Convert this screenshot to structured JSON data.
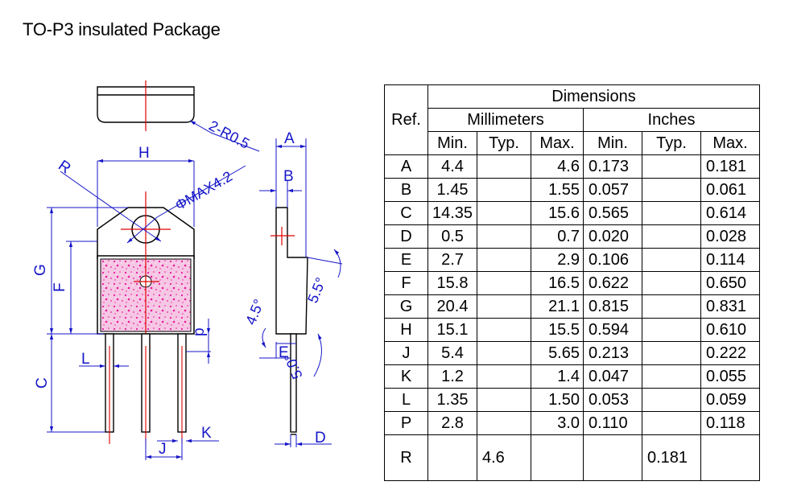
{
  "title": "TO-P3 insulated Package",
  "drawing_labels": {
    "top_radius": "2-R0.5",
    "hole": "ΦMAX4.2",
    "A": "A",
    "B": "B",
    "C": "C",
    "D": "D",
    "E": "E",
    "F": "F",
    "G": "G",
    "H": "H",
    "J": "J",
    "K": "K",
    "L": "L",
    "P": "p",
    "R": "R",
    "angle1": "4.5°",
    "angle2": "5.5°",
    "angle3": "5.0°"
  },
  "colors": {
    "line": "#000000",
    "dimension": "#1515c8",
    "center": "#e00000",
    "mold": "#e8199b"
  },
  "table": {
    "header_dimensions": "Dimensions",
    "header_ref": "Ref.",
    "header_mm": "Millimeters",
    "header_in": "Inches",
    "sub": [
      "Min.",
      "Typ.",
      "Max.",
      "Min.",
      "Typ.",
      "Max."
    ],
    "rows": [
      {
        "ref": "A",
        "mm_min": "4.4",
        "mm_typ": "",
        "mm_max": "4.6",
        "in_min": "0.173",
        "in_typ": "",
        "in_max": "0.181"
      },
      {
        "ref": "B",
        "mm_min": "1.45",
        "mm_typ": "",
        "mm_max": "1.55",
        "in_min": "0.057",
        "in_typ": "",
        "in_max": "0.061"
      },
      {
        "ref": "C",
        "mm_min": "14.35",
        "mm_typ": "",
        "mm_max": "15.6",
        "in_min": "0.565",
        "in_typ": "",
        "in_max": "0.614"
      },
      {
        "ref": "D",
        "mm_min": "0.5",
        "mm_typ": "",
        "mm_max": "0.7",
        "in_min": "0.020",
        "in_typ": "",
        "in_max": "0.028"
      },
      {
        "ref": "E",
        "mm_min": "2.7",
        "mm_typ": "",
        "mm_max": "2.9",
        "in_min": "0.106",
        "in_typ": "",
        "in_max": "0.114"
      },
      {
        "ref": "F",
        "mm_min": "15.8",
        "mm_typ": "",
        "mm_max": "16.5",
        "in_min": "0.622",
        "in_typ": "",
        "in_max": "0.650"
      },
      {
        "ref": "G",
        "mm_min": "20.4",
        "mm_typ": "",
        "mm_max": "21.1",
        "in_min": "0.815",
        "in_typ": "",
        "in_max": "0.831"
      },
      {
        "ref": "H",
        "mm_min": "15.1",
        "mm_typ": "",
        "mm_max": "15.5",
        "in_min": "0.594",
        "in_typ": "",
        "in_max": "0.610"
      },
      {
        "ref": "J",
        "mm_min": "5.4",
        "mm_typ": "",
        "mm_max": "5.65",
        "in_min": "0.213",
        "in_typ": "",
        "in_max": "0.222"
      },
      {
        "ref": "K",
        "mm_min": "1.2",
        "mm_typ": "",
        "mm_max": "1.4",
        "in_min": "0.047",
        "in_typ": "",
        "in_max": "0.055"
      },
      {
        "ref": "L",
        "mm_min": "1.35",
        "mm_typ": "",
        "mm_max": "1.50",
        "in_min": "0.053",
        "in_typ": "",
        "in_max": "0.059"
      },
      {
        "ref": "P",
        "mm_min": "2.8",
        "mm_typ": "",
        "mm_max": "3.0",
        "in_min": "0.110",
        "in_typ": "",
        "in_max": "0.118"
      },
      {
        "ref": "R",
        "mm_min": "",
        "mm_typ": "4.6",
        "mm_max": "",
        "in_min": "",
        "in_typ": "0.181",
        "in_max": ""
      }
    ]
  }
}
